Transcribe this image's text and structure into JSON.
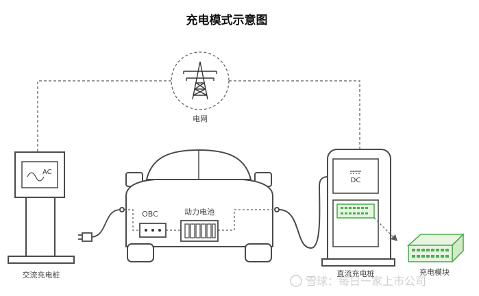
{
  "diagram": {
    "title": "充电模式示意图",
    "grid_label": "电网",
    "ac_pile_label": "交流充电桩",
    "ac_screen_text": "AC",
    "dc_pile_label": "直流充电桩",
    "dc_screen_text": "DC",
    "obc_label": "OBC",
    "battery_label": "动力电池",
    "module_label": "充电模块",
    "watermark": "雪球：每日一家上市公司"
  },
  "colors": {
    "stroke": "#4a4a4a",
    "dash": "#5a5a5a",
    "green": "#4caf50",
    "green_light": "#e6f4e0"
  }
}
